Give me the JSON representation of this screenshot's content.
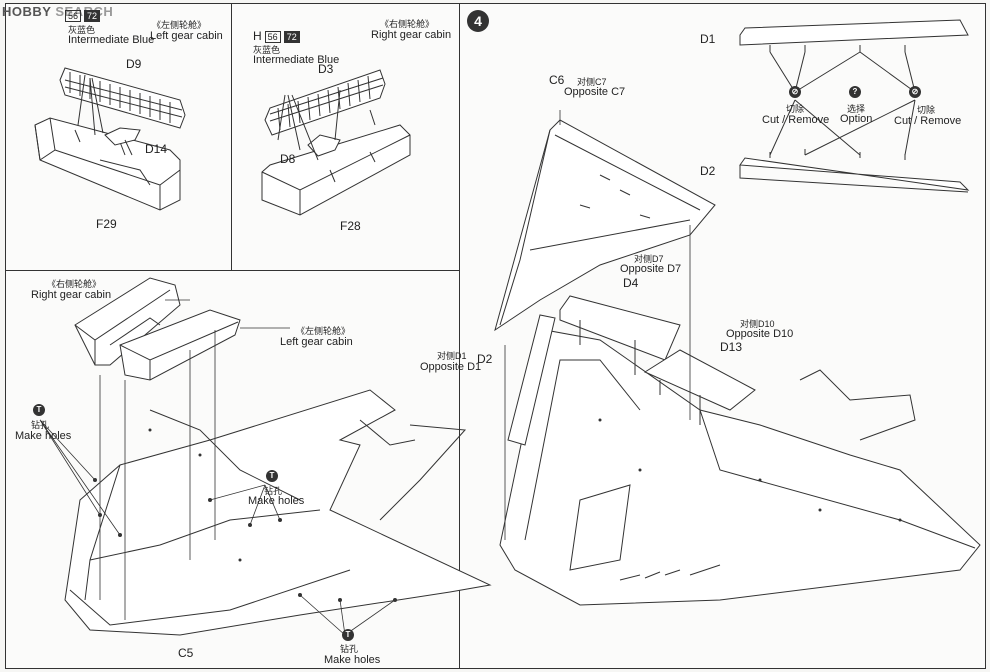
{
  "watermark": {
    "brand": "HOBBY",
    "suffix": "SEARCH"
  },
  "step_number": "4",
  "top_left_panel": {
    "paint": {
      "code1": "56",
      "code2": "72",
      "cn": "灰蓝色",
      "en": "Intermediate Blue"
    },
    "cabin_cn": "《左侧轮舱》",
    "cabin_en": "Left gear cabin",
    "parts": {
      "d9": "D9",
      "d14": "D14",
      "f29": "F29"
    }
  },
  "top_mid_panel": {
    "paint": {
      "letter": "H",
      "code1": "56",
      "code2": "72",
      "cn": "灰蓝色",
      "en": "Intermediate Blue"
    },
    "cabin_cn": "《右侧轮舱》",
    "cabin_en": "Right gear cabin",
    "parts": {
      "d3": "D3",
      "d8": "D8",
      "f28": "F28"
    }
  },
  "bottom_left_panel": {
    "right_cabin_cn": "《右侧轮舱》",
    "right_cabin_en": "Right gear cabin",
    "left_cabin_cn": "《左侧轮舱》",
    "left_cabin_en": "Left gear cabin",
    "holes": [
      {
        "cn": "钻孔",
        "en": "Make holes"
      },
      {
        "cn": "钻孔",
        "en": "Make holes"
      },
      {
        "cn": "钻孔",
        "en": "Make holes"
      }
    ],
    "c5": "C5"
  },
  "right_panel": {
    "c6": "C6",
    "opp_c7_cn": "对侧C7",
    "opp_c7_en": "Opposite C7",
    "opp_d7_cn": "对侧D7",
    "opp_d7_en": "Opposite D7",
    "d4": "D4",
    "opp_d10_cn": "对侧D10",
    "opp_d10_en": "Opposite D10",
    "d13": "D13",
    "opp_d1_cn": "对侧D1",
    "opp_d1_en": "Opposite D1",
    "d2": "D2",
    "inset": {
      "d1": "D1",
      "d2": "D2",
      "cut1_cn": "切除",
      "cut1_en": "Cut / Remove",
      "option_cn": "选择",
      "option_en": "Option",
      "cut2_cn": "切除",
      "cut2_en": "Cut / Remove"
    }
  }
}
